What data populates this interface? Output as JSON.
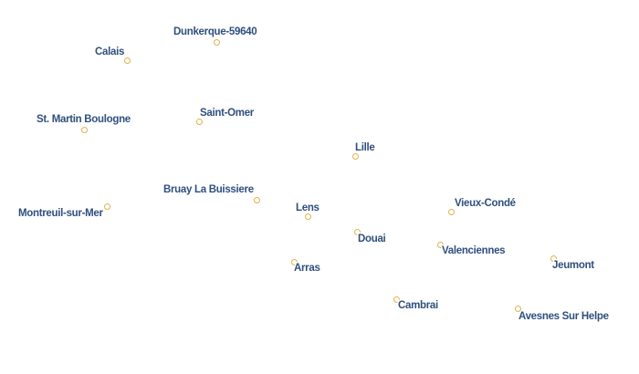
{
  "map": {
    "colors": {
      "background": "#ffffff",
      "marker_border": "#e3b14a",
      "label_text": "#2f4f7e",
      "label_halo": "#ffffff"
    },
    "cities": [
      {
        "id": "dunkerque",
        "label": "Dunkerque-59640"
      },
      {
        "id": "calais",
        "label": "Calais"
      },
      {
        "id": "saint-omer",
        "label": "Saint-Omer"
      },
      {
        "id": "st-martin-boulogne",
        "label": "St. Martin Boulogne"
      },
      {
        "id": "lille",
        "label": "Lille"
      },
      {
        "id": "bruay-la-buissiere",
        "label": "Bruay La Buissiere"
      },
      {
        "id": "montreuil-sur-mer",
        "label": "Montreuil-sur-Mer"
      },
      {
        "id": "lens",
        "label": "Lens"
      },
      {
        "id": "vieux-conde",
        "label": "Vieux-Condé"
      },
      {
        "id": "douai",
        "label": "Douai"
      },
      {
        "id": "valenciennes",
        "label": "Valenciennes"
      },
      {
        "id": "arras",
        "label": "Arras"
      },
      {
        "id": "jeumont",
        "label": "Jeumont"
      },
      {
        "id": "cambrai",
        "label": "Cambrai"
      },
      {
        "id": "avesnes-sur-helpe",
        "label": "Avesnes Sur Helpe"
      }
    ]
  }
}
